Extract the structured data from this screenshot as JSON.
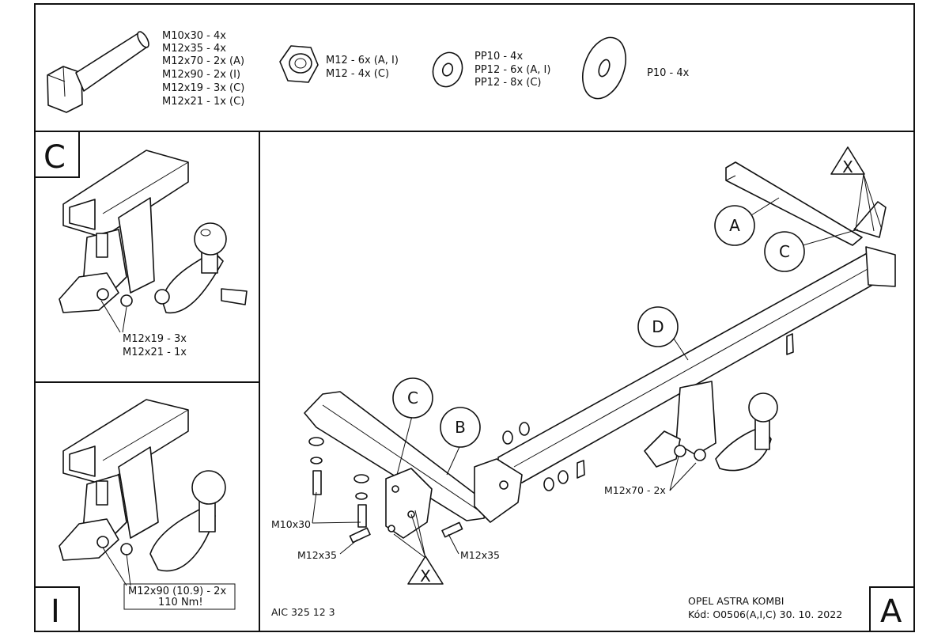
{
  "hardware": {
    "bolts": [
      "M10x30 - 4x",
      "M12x35 - 4x",
      "M12x70 - 2x (A)",
      "M12x90 - 2x (I)",
      "M12x19 - 3x (C)",
      "M12x21 - 1x (C)"
    ],
    "nuts": [
      "M12 - 6x (A, I)",
      "M12 - 4x (C)"
    ],
    "washers_small": [
      "PP10 - 4x",
      "PP12 - 6x (A, I)",
      "PP12 - 8x (C)"
    ],
    "washers_large": [
      "P10 - 4x"
    ]
  },
  "panel_c": {
    "letter": "C",
    "callout_lines": [
      "M12x19 - 3x",
      "M12x21 - 1x"
    ]
  },
  "panel_i": {
    "letter": "I",
    "callout_lines": [
      "M12x90 (10.9) - 2x",
      "110 Nm!"
    ]
  },
  "main": {
    "labels": {
      "a": "A",
      "b": "B",
      "c": "C",
      "c2": "C",
      "d": "D",
      "x": "X",
      "x2": "X"
    },
    "callouts": {
      "m12x70": "M12x70 - 2x",
      "m10x30": "M10x30",
      "m12x35_left": "M12x35",
      "m12x35_right": "M12x35"
    }
  },
  "footer": {
    "code": "AIC 325 12 3",
    "vehicle": "OPEL ASTRA KOMBI",
    "kod": "Kód: O0506(A,I,C)  30. 10. 2022",
    "variant_letter": "A"
  }
}
